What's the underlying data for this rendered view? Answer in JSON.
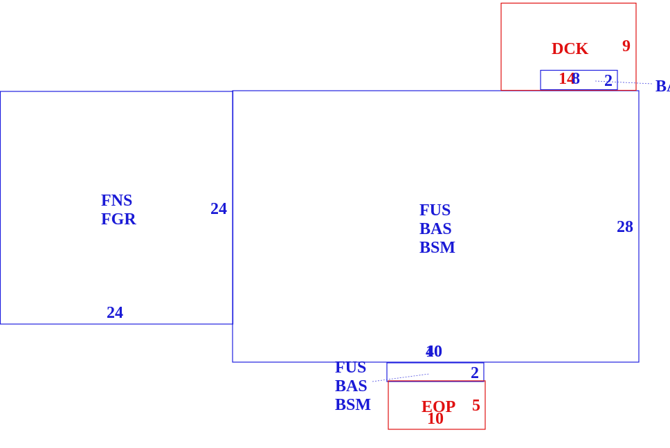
{
  "colors": {
    "main": "#1a1ad6",
    "addition": "#e01010"
  },
  "areas": {
    "garage": {
      "codes": [
        "FNS",
        "FGR"
      ],
      "dim_right": "24",
      "dim_bottom": "24"
    },
    "main_house": {
      "codes": [
        "FUS",
        "BAS",
        "BSM"
      ],
      "dim_right": "28",
      "dim_bottom_a": "40",
      "dim_bottom_b": "10"
    },
    "deck": {
      "code": "DCK",
      "dim_right": "9",
      "dim_bottom_a": "14",
      "dim_bottom_b": "8"
    },
    "deck_bay": {
      "dim_right": "2",
      "label_partial": "BA"
    },
    "bay_bottom": {
      "codes": [
        "FUS",
        "BAS",
        "BSM"
      ],
      "dim_right": "2"
    },
    "porch": {
      "code": "EOP",
      "dim_right": "5",
      "dim_bottom": "10"
    }
  }
}
